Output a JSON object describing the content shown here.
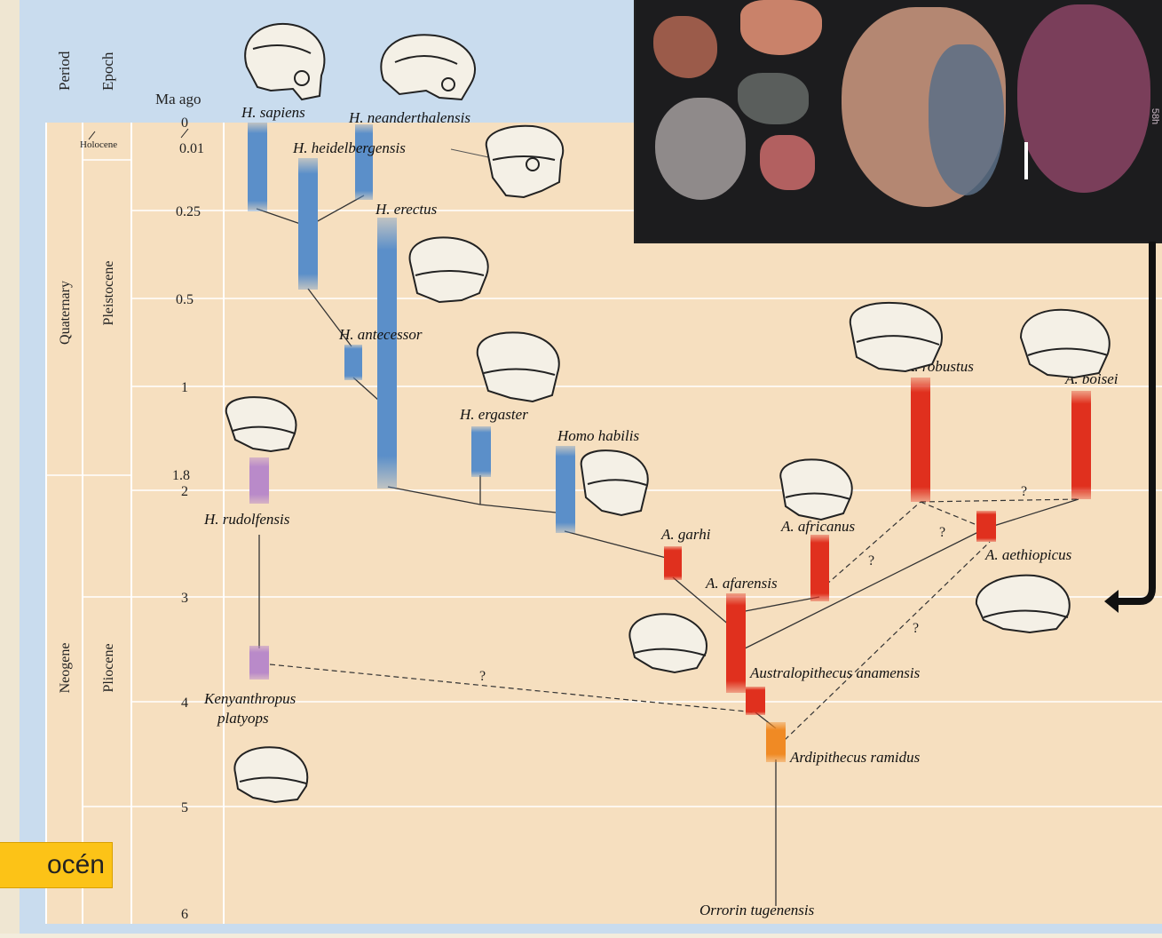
{
  "header": {
    "period": "Period",
    "epoch": "Epoch",
    "ma_ago": "Ma ago"
  },
  "periods": [
    "Quaternary",
    "Neogene"
  ],
  "epochs": [
    "Holocene",
    "Pleistocene",
    "Pliocene"
  ],
  "ticks": [
    "0",
    "0.01",
    "0.25",
    "0.5",
    "1",
    "1.8",
    "2",
    "3",
    "4",
    "5",
    "6"
  ],
  "taxa": {
    "sapiens": "H. sapiens",
    "neanderthalensis": "H. neanderthalensis",
    "heidelbergensis": "H. heidelbergensis",
    "erectus": "H. erectus",
    "antecessor": "H. antecessor",
    "ergaster": "H. ergaster",
    "habilis": "Homo habilis",
    "rudolfensis": "H. rudolfensis",
    "kenyanthropus_1": "Kenyanthropus",
    "kenyanthropus_2": "platyops",
    "garhi": "A. garhi",
    "africanus": "A. africanus",
    "afarensis": "A. afarensis",
    "anamensis": "Australopithecus anamensis",
    "ramidus": "Ardipithecus ramidus",
    "orrorin": "Orrorin tugenensis",
    "robustus": "A. robustus",
    "boisei": "A. boisei",
    "aethiopicus": "A. aethiopicus"
  },
  "uncertain_mark": "?",
  "overlay_label": "océn",
  "photo_marking": "58h",
  "colors": {
    "homo": "#5b8fc9",
    "australopith": "#e0301e",
    "ardipithecus": "#f08a24",
    "kenyanthropus": "#b98ac9",
    "plot_bg": "#f6dfbf",
    "panel_bg": "#c9dcee",
    "highlight": "#fcc317"
  }
}
